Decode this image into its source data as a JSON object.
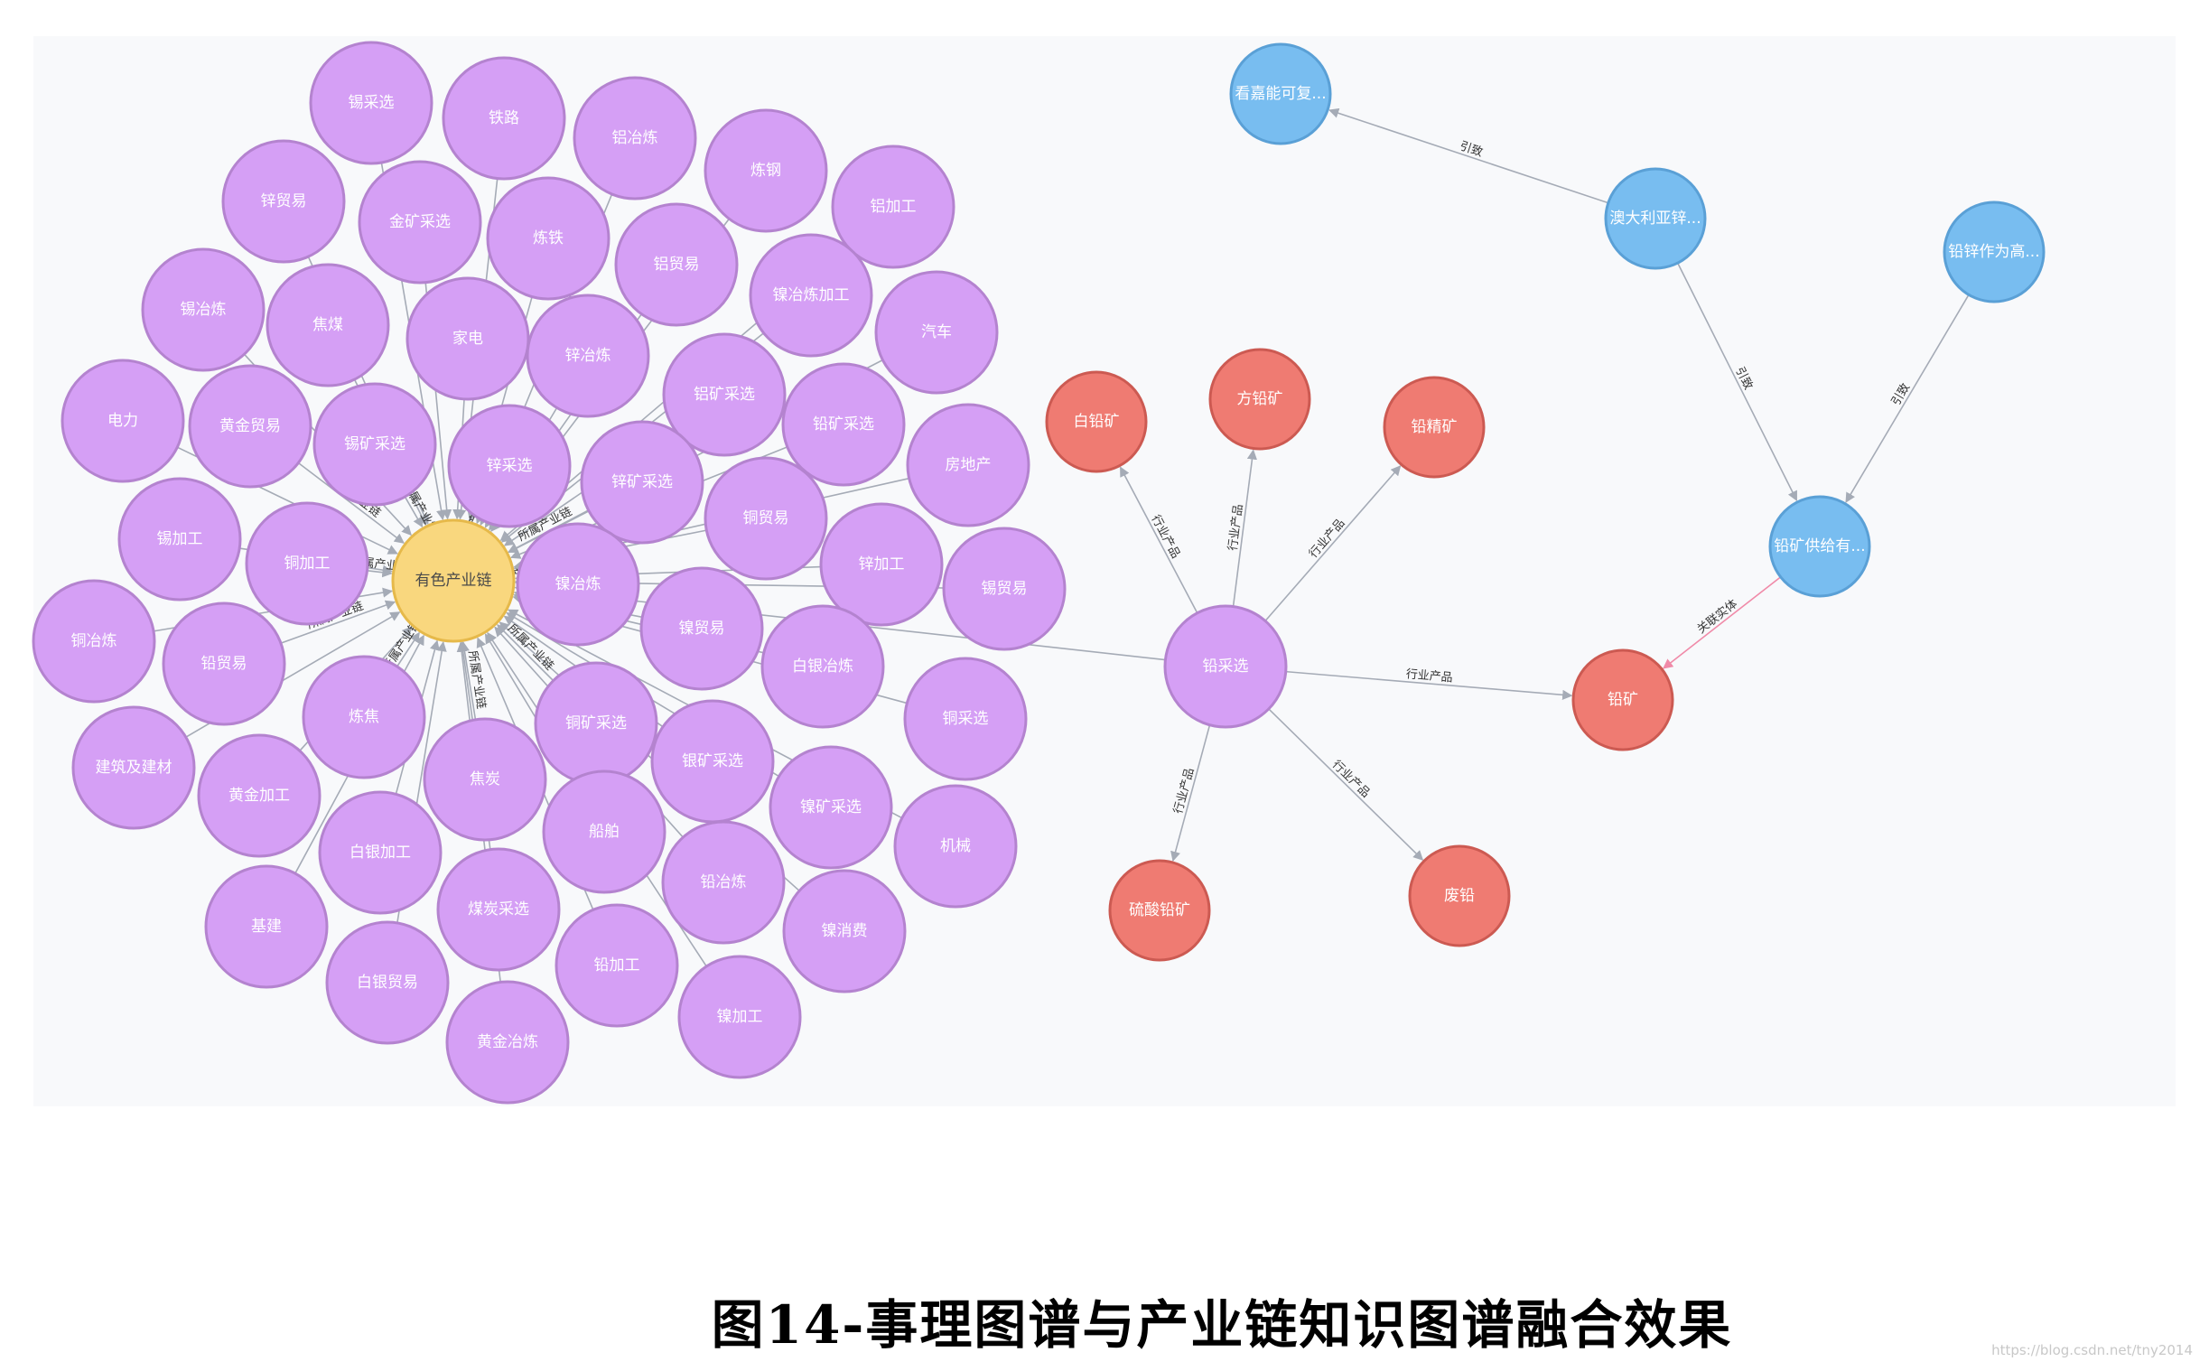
{
  "caption": "图14-事理图谱与产业链知识图谱融合效果",
  "watermark": "https://blog.csdn.net/tny2014",
  "colors": {
    "purple_fill": "#d59ff5",
    "purple_stroke": "#b483cf",
    "yellow_fill": "#f9d77e",
    "yellow_stroke": "#e6b94a",
    "red_fill": "#ef7b72",
    "red_stroke": "#cc5a52",
    "blue_fill": "#78bdf0",
    "blue_stroke": "#5aa0d6",
    "edge": "#a5abb6",
    "edge_pink": "#f08aa8"
  },
  "edge_labels": {
    "belongs": "所属产业链",
    "product": "行业产品",
    "cause": "引致",
    "related": "关联实体"
  },
  "center": {
    "id": "youse",
    "label": "有色产业链",
    "type": "center"
  },
  "industry_nodes": [
    {
      "id": "n1",
      "label": "锡采选"
    },
    {
      "id": "n2",
      "label": "铁路"
    },
    {
      "id": "n3",
      "label": "铝冶炼"
    },
    {
      "id": "n4",
      "label": "炼钢"
    },
    {
      "id": "n5",
      "label": "铝加工"
    },
    {
      "id": "n6",
      "label": "锌贸易"
    },
    {
      "id": "n7",
      "label": "金矿采选"
    },
    {
      "id": "n8",
      "label": "炼铁"
    },
    {
      "id": "n9",
      "label": "铝贸易"
    },
    {
      "id": "n10",
      "label": "镍冶炼加工"
    },
    {
      "id": "n11",
      "label": "汽车"
    },
    {
      "id": "n12",
      "label": "锡冶炼"
    },
    {
      "id": "n13",
      "label": "焦煤"
    },
    {
      "id": "n14",
      "label": "家电"
    },
    {
      "id": "n15",
      "label": "锌冶炼"
    },
    {
      "id": "n16",
      "label": "铝矿采选"
    },
    {
      "id": "n17",
      "label": "铅矿采选"
    },
    {
      "id": "n18",
      "label": "电力"
    },
    {
      "id": "n19",
      "label": "黄金贸易"
    },
    {
      "id": "n20",
      "label": "锡矿采选"
    },
    {
      "id": "n21",
      "label": "锌采选"
    },
    {
      "id": "n22",
      "label": "锌矿采选"
    },
    {
      "id": "n23",
      "label": "房地产"
    },
    {
      "id": "n24",
      "label": "锡加工"
    },
    {
      "id": "n25",
      "label": "铜加工"
    },
    {
      "id": "n26",
      "label": "铜贸易"
    },
    {
      "id": "n27",
      "label": "镍冶炼"
    },
    {
      "id": "n28",
      "label": "锌加工"
    },
    {
      "id": "n29",
      "label": "锡贸易"
    },
    {
      "id": "n30",
      "label": "铜冶炼"
    },
    {
      "id": "n31",
      "label": "铅贸易"
    },
    {
      "id": "n32",
      "label": "镍贸易"
    },
    {
      "id": "n33",
      "label": "白银冶炼"
    },
    {
      "id": "n34",
      "label": "炼焦"
    },
    {
      "id": "n35",
      "label": "铜矿采选"
    },
    {
      "id": "n36",
      "label": "铜采选"
    },
    {
      "id": "n37",
      "label": "建筑及建材"
    },
    {
      "id": "n38",
      "label": "焦炭"
    },
    {
      "id": "n39",
      "label": "银矿采选"
    },
    {
      "id": "n40",
      "label": "黄金加工"
    },
    {
      "id": "n41",
      "label": "镍矿采选"
    },
    {
      "id": "n42",
      "label": "白银加工"
    },
    {
      "id": "n43",
      "label": "船舶"
    },
    {
      "id": "n44",
      "label": "机械"
    },
    {
      "id": "n45",
      "label": "铅冶炼"
    },
    {
      "id": "n46",
      "label": "基建"
    },
    {
      "id": "n47",
      "label": "煤炭采选"
    },
    {
      "id": "n48",
      "label": "镍消费"
    },
    {
      "id": "n49",
      "label": "白银贸易"
    },
    {
      "id": "n50",
      "label": "铅加工"
    },
    {
      "id": "n51",
      "label": "镍加工"
    },
    {
      "id": "n52",
      "label": "黄金冶炼"
    },
    {
      "id": "n53",
      "label": "铅采选"
    }
  ],
  "product_nodes": [
    {
      "id": "p1",
      "label": "白铅矿"
    },
    {
      "id": "p2",
      "label": "方铅矿"
    },
    {
      "id": "p3",
      "label": "铅精矿"
    },
    {
      "id": "p4",
      "label": "铅矿"
    },
    {
      "id": "p5",
      "label": "硫酸铅矿"
    },
    {
      "id": "p6",
      "label": "废铅"
    }
  ],
  "event_nodes": [
    {
      "id": "e1",
      "label": "看嘉能可复..."
    },
    {
      "id": "e2",
      "label": "澳大利亚锌..."
    },
    {
      "id": "e3",
      "label": "铅锌作为高..."
    },
    {
      "id": "e4",
      "label": "铅矿供给有..."
    }
  ]
}
